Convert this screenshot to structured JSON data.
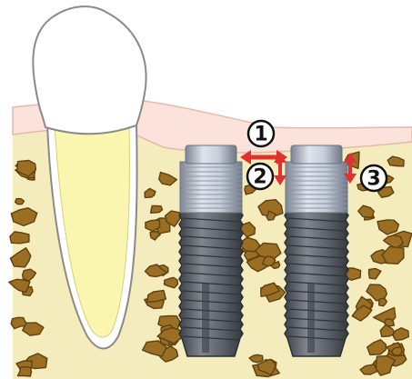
{
  "labels": [
    {
      "id": "1",
      "text": "①"
    },
    {
      "id": "2",
      "text": "②"
    },
    {
      "id": "3",
      "text": "③"
    }
  ],
  "colors": {
    "background": "#ffffff",
    "gum": "#fbe3dc",
    "gum_edge": "#e5b8ad",
    "bone": "#f5ecbe",
    "bone_edge": "#b89a57",
    "cancellous": "#9a6f24",
    "cancellous_edge": "#5f410f",
    "tooth": "#ffffff",
    "tooth_edge": "#8a8a8a",
    "pulp": "#faf6b0",
    "implant_collar": "#aab4c2",
    "implant_body": "#555a62",
    "arrow": "#e03030",
    "marker_fill": "#ffffff",
    "marker_stroke": "#111111"
  },
  "icons": [
    "tooth",
    "implant",
    "implant",
    "double-arrow-horizontal",
    "double-arrow-vertical",
    "double-arrow-vertical"
  ]
}
